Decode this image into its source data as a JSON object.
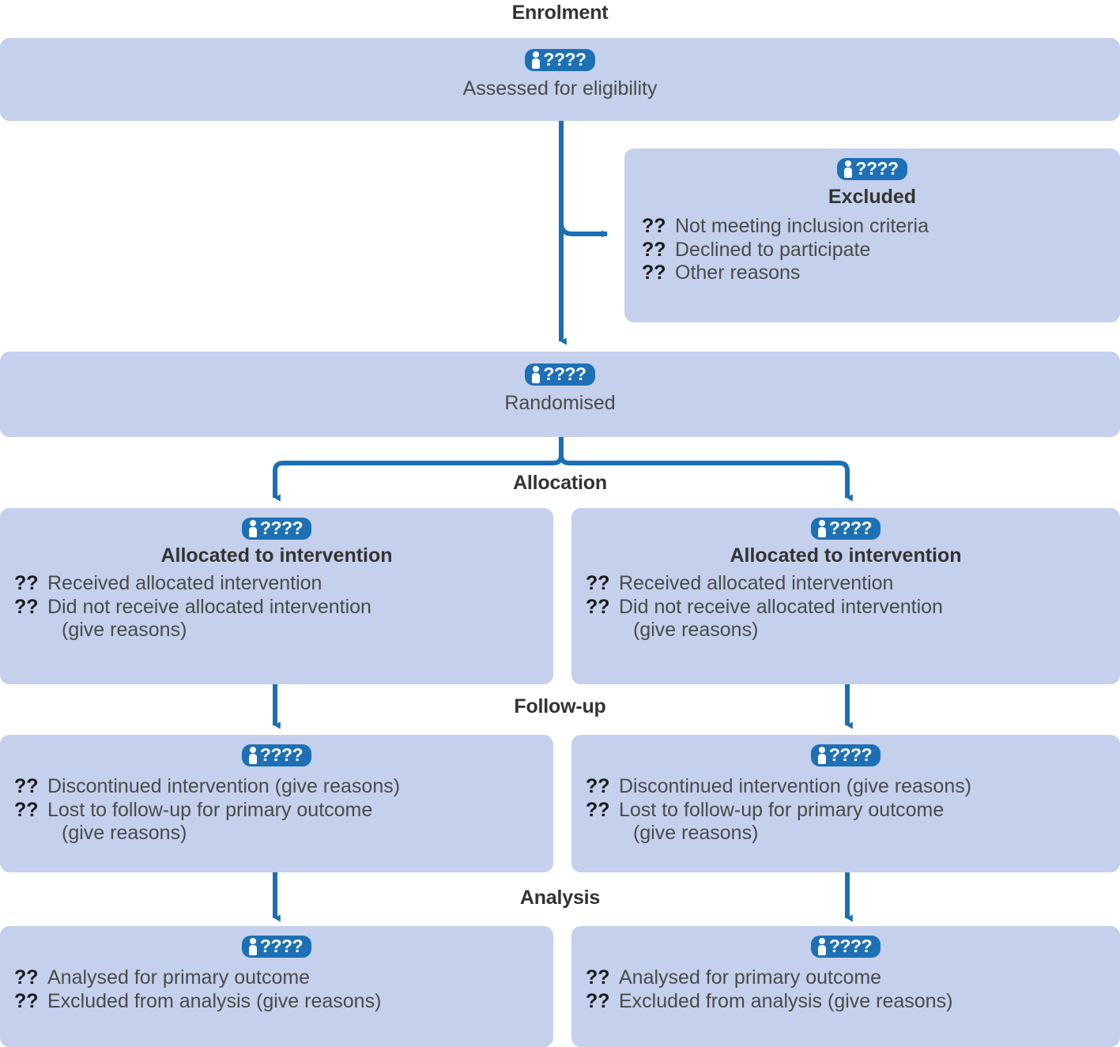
{
  "theme": {
    "box_fill": "#c5d0ec",
    "badge_fill": "#1d70b5",
    "arrow_color": "#1a6fb5",
    "heading_color": "#333333",
    "body_text_color": "#4a4a4a",
    "marker_color": "#1a1a1a"
  },
  "badge": {
    "icon": "person-icon",
    "count": "????"
  },
  "marker": "??",
  "stages": {
    "enrolment": "Enrolment",
    "allocation": "Allocation",
    "followup": "Follow-up",
    "analysis": "Analysis"
  },
  "boxes": {
    "assessed": {
      "count": "????",
      "caption": "Assessed for eligibility"
    },
    "excluded": {
      "count": "????",
      "title": "Excluded",
      "items": [
        {
          "mark": "??",
          "text": "Not meeting inclusion criteria"
        },
        {
          "mark": "??",
          "text": "Declined to participate"
        },
        {
          "mark": "??",
          "text": "Other reasons"
        }
      ]
    },
    "randomised": {
      "count": "????",
      "caption": "Randomised"
    },
    "allocated_left": {
      "count": "????",
      "title": "Allocated to intervention",
      "items": [
        {
          "mark": "??",
          "text": "Received allocated intervention",
          "cont": ""
        },
        {
          "mark": "??",
          "text": "Did not receive allocated intervention",
          "cont": "(give reasons)"
        }
      ]
    },
    "allocated_right": {
      "count": "????",
      "title": "Allocated to intervention",
      "items": [
        {
          "mark": "??",
          "text": "Received allocated intervention",
          "cont": ""
        },
        {
          "mark": "??",
          "text": "Did not receive allocated intervention",
          "cont": "(give reasons)"
        }
      ]
    },
    "followup_left": {
      "count": "????",
      "items": [
        {
          "mark": "??",
          "text": "Discontinued intervention (give reasons)",
          "cont": ""
        },
        {
          "mark": "??",
          "text": "Lost to follow-up for primary outcome",
          "cont": "(give reasons)"
        }
      ]
    },
    "followup_right": {
      "count": "????",
      "items": [
        {
          "mark": "??",
          "text": "Discontinued intervention (give reasons)",
          "cont": ""
        },
        {
          "mark": "??",
          "text": "Lost to follow-up for primary outcome",
          "cont": "(give reasons)"
        }
      ]
    },
    "analysis_left": {
      "count": "????",
      "items": [
        {
          "mark": "??",
          "text": "Analysed for primary outcome",
          "cont": ""
        },
        {
          "mark": "??",
          "text": "Excluded from analysis (give reasons)",
          "cont": ""
        }
      ]
    },
    "analysis_right": {
      "count": "????",
      "items": [
        {
          "mark": "??",
          "text": "Analysed for primary outcome",
          "cont": ""
        },
        {
          "mark": "??",
          "text": "Excluded from analysis (give reasons)",
          "cont": ""
        }
      ]
    }
  }
}
